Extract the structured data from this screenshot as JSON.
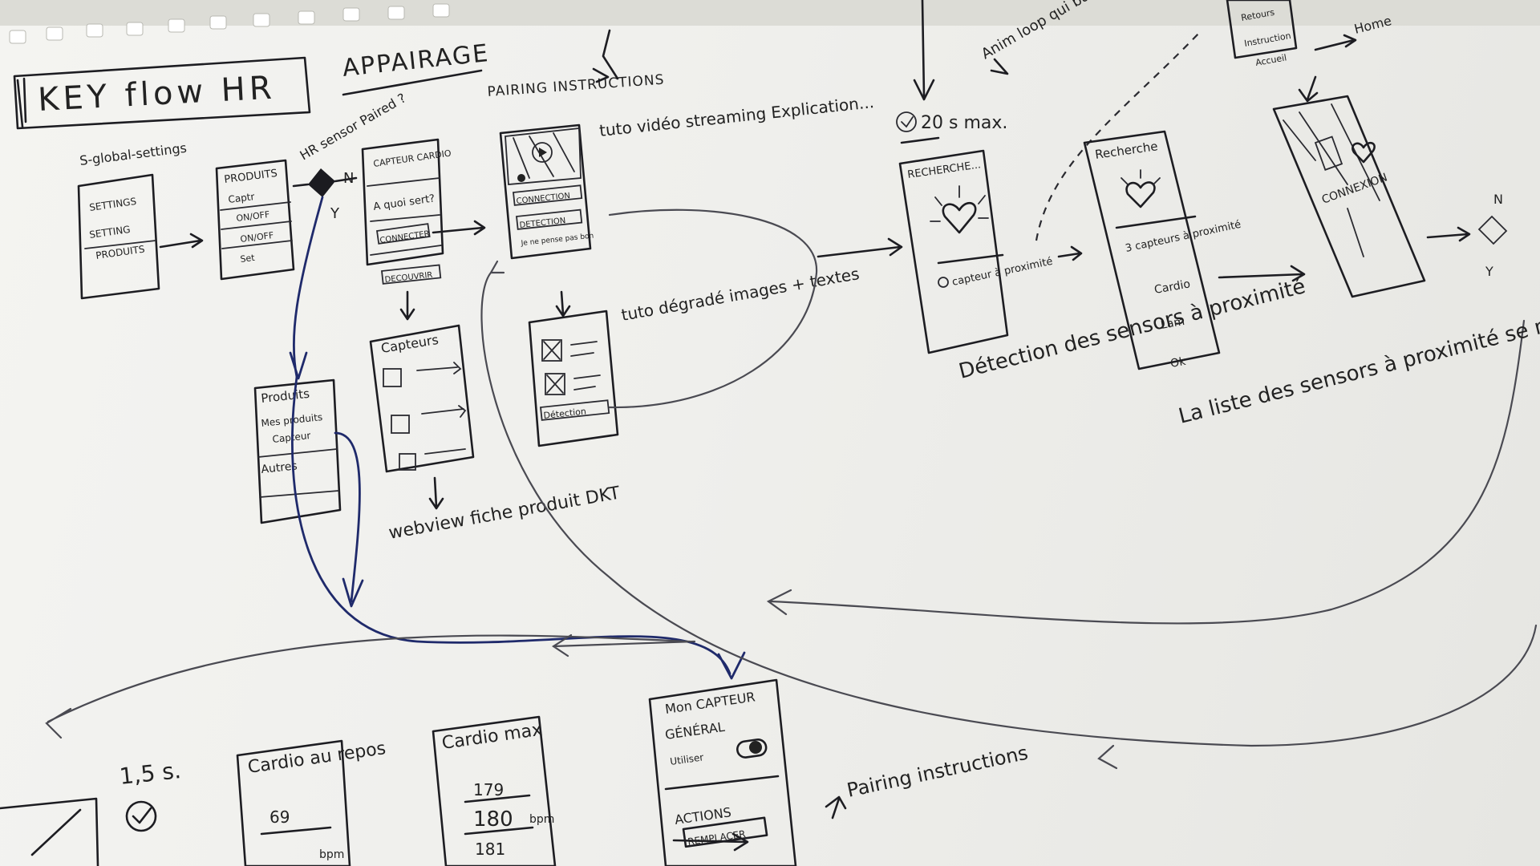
{
  "title": "KEY flow HR",
  "subtitle": "APPAIRAGE",
  "screens": {
    "global_settings": {
      "caption": "S-global-settings",
      "items": [
        "SETTINGS",
        "SETTING",
        "PRODUITS"
      ]
    },
    "produits": {
      "title": "PRODUITS",
      "items": [
        "Captr",
        "ON/OFF",
        "ON/OFF",
        "Set"
      ]
    },
    "capteur_cardio": {
      "title": "CAPTEUR CARDIO",
      "line": "A quoi sert?",
      "button": "CONNECTER",
      "below": "DECOUVRIR"
    },
    "capteurs": {
      "title": "Capteurs"
    },
    "pairing": {
      "label": "PAIRING INSTRUCTIONS",
      "note": "tuto vidéo streaming Explication...",
      "button1": "CONNECTION",
      "button2": "DETECTION",
      "footer": "Je ne pense pas bon"
    },
    "tuto_degrade": {
      "note": "tuto dégradé images + textes",
      "button": "Détection"
    },
    "mes_produits": {
      "title": "Produits",
      "items": [
        "Mes produits",
        "Capteur",
        "Autres"
      ]
    },
    "recherche": {
      "title": "RECHERCHE...",
      "line": "capteur à proximité",
      "timer": "20 s max.",
      "anim_note": "Anim loop qui bat + spinner ou progress bar",
      "caption": "Détection des sensors à proximité"
    },
    "recherche_list": {
      "title": "Recherche",
      "line": "3 capteurs à proximité",
      "items": [
        "Cardio",
        "Lam",
        "Ok"
      ],
      "caption": "La liste des sensors à proximité se met à jour. Je click sur ma device."
    },
    "connexion": {
      "title": "CONNEXION"
    },
    "top_right": {
      "items": [
        "Retours",
        "Instruction",
        "Accueil"
      ],
      "note": "Home"
    },
    "cardio_repos": {
      "title": "Cardio au repos",
      "value": "69",
      "unit": "bpm"
    },
    "cardio_max": {
      "title": "Cardio max",
      "values": [
        "179",
        "180",
        "181"
      ],
      "unit": "bpm"
    },
    "mon_capteur": {
      "title": "Mon CAPTEUR",
      "section": "GÉNÉRAL",
      "toggle_label": "Utiliser",
      "section2": "ACTIONS",
      "button": "REMPLACER",
      "note": "Pairing instructions"
    }
  },
  "flow_labels": {
    "decision": "HR sensor Paired ?",
    "no": "N",
    "yes": "Y",
    "webview": "webview fiche produit DKT",
    "timer_small": "1,5 s.",
    "no2": "N",
    "yes2": "Y"
  }
}
